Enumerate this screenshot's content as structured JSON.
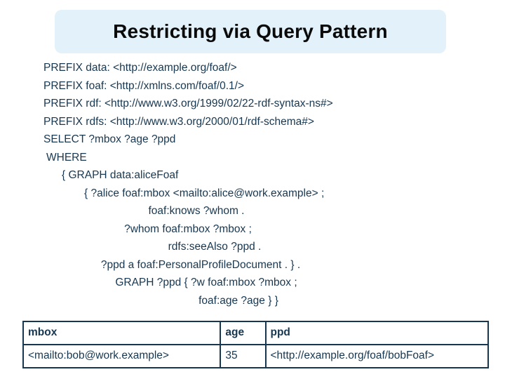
{
  "slide": {
    "title": "Restricting via Query Pattern",
    "title_background": "#e3f1fb",
    "text_color": "#173750"
  },
  "query": {
    "lines": [
      "PREFIX data: <http://example.org/foaf/>",
      "PREFIX foaf: <http://xmlns.com/foaf/0.1/>",
      "PREFIX rdf: <http://www.w3.org/1999/02/22-rdf-syntax-ns#>",
      "PREFIX rdfs: <http://www.w3.org/2000/01/rdf-schema#>",
      "SELECT ?mbox ?age ?ppd",
      "WHERE",
      "{ GRAPH data:aliceFoaf",
      "{ ?alice foaf:mbox <mailto:alice@work.example> ;",
      "foaf:knows ?whom .",
      "?whom foaf:mbox ?mbox ;",
      "rdfs:seeAlso ?ppd .",
      "?ppd a foaf:PersonalProfileDocument . } .",
      "GRAPH ?ppd { ?w foaf:mbox ?mbox ;",
      "foaf:age ?age } }"
    ]
  },
  "results": {
    "headers": [
      "mbox",
      "age",
      "ppd"
    ],
    "rows": [
      [
        "<mailto:bob@work.example>",
        "35",
        "<http://example.org/foaf/bobFoaf>"
      ]
    ]
  }
}
